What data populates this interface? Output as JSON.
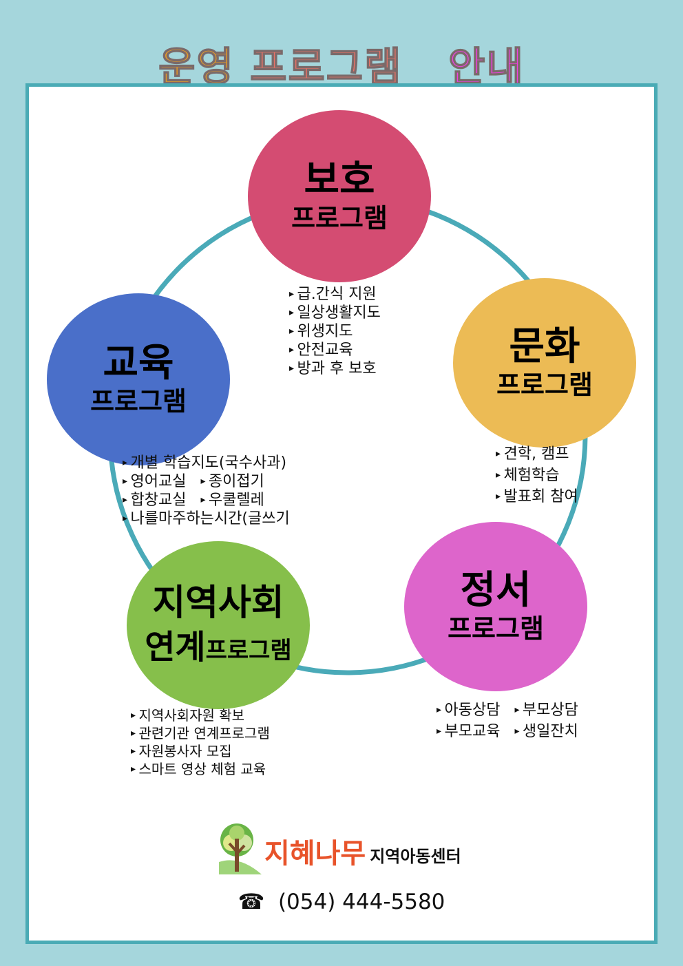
{
  "title": {
    "part1": "운영",
    "part2": "프로그램",
    "part3": "안내"
  },
  "programs": {
    "protection": {
      "name": "보호",
      "sub": "프로그램",
      "items": [
        "급.간식 지원",
        "일상생활지도",
        "위생지도",
        "안전교육",
        "방과 후 보호"
      ],
      "color": "#d44c72"
    },
    "culture": {
      "name": "문화",
      "sub": "프로그램",
      "items": [
        "견학, 캠프",
        "체험학습",
        "발표회 참여"
      ],
      "color": "#ecbb55"
    },
    "education": {
      "name": "교육",
      "sub": "프로그램",
      "items": [
        "개별 학습지도(국수사과)",
        "영어교실",
        "종이접기",
        "합창교실",
        "우쿨렐레",
        "나를마주하는시간(글쓰기"
      ],
      "color": "#4a6fc9"
    },
    "community": {
      "name": "지역사회",
      "name2": "연계",
      "sub": "프로그램",
      "items": [
        "지역사회자원 확보",
        "관련기관 연계프로그램",
        "자원봉사자 모집",
        "스마트 영상 체험 교육"
      ],
      "color": "#86bf4b"
    },
    "emotion": {
      "name": "정서",
      "sub": "프로그램",
      "items": [
        "아동상담",
        "부모상담",
        "부모교육",
        "생일잔치"
      ],
      "color": "#dd65cb"
    }
  },
  "logo": {
    "brand": "지혜나무",
    "subtitle": "지역아동센터"
  },
  "contact": {
    "phone_icon": "telephone-icon",
    "phone": "(054) 444-5580"
  }
}
